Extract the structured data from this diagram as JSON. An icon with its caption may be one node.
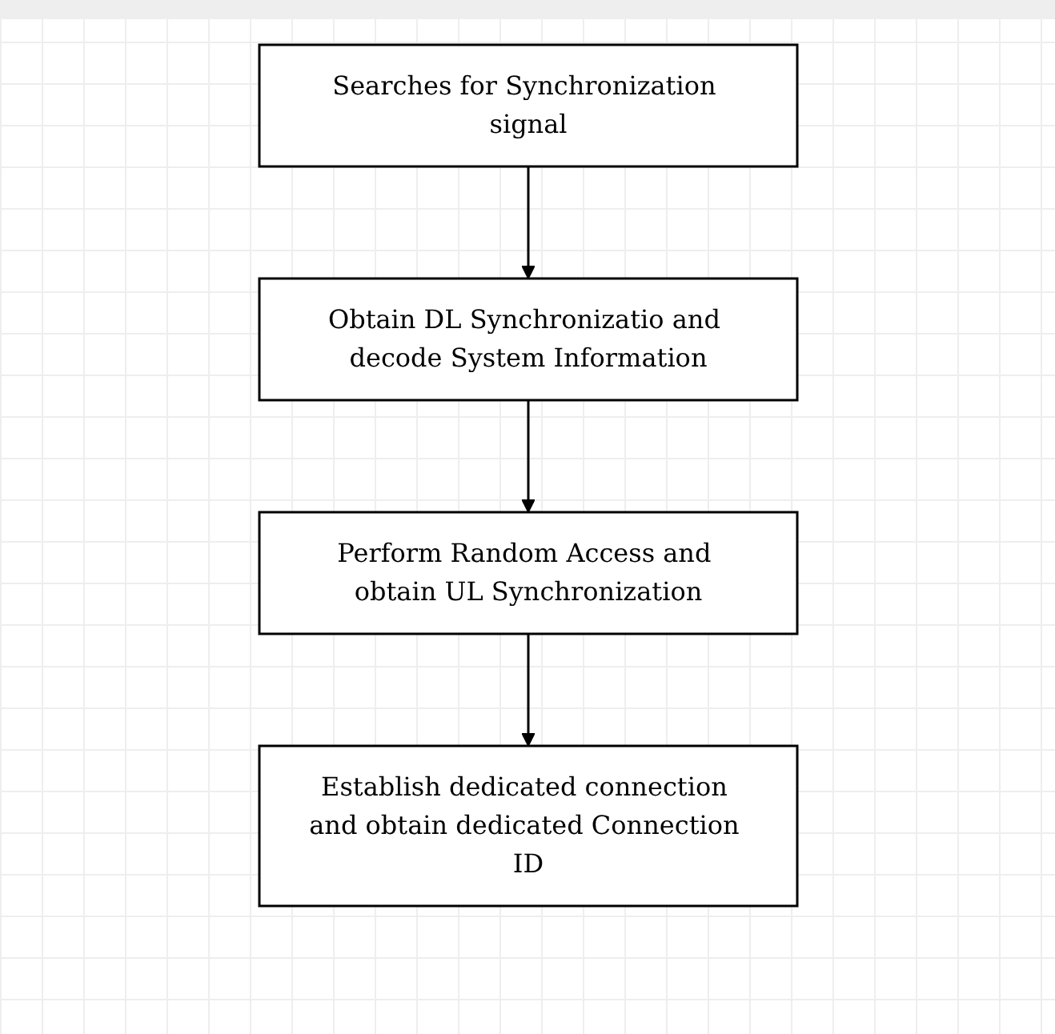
{
  "diagram": {
    "nodes": [
      {
        "text": [
          "Searches for Synchronization signal"
        ]
      },
      {
        "text": [
          "Obtain DL Synchronizatio and decode System Information"
        ]
      },
      {
        "text": [
          "Perform Random Access and obtain UL Synchronization"
        ]
      },
      {
        "text": [
          "Establish dedicated connection and obtain dedicated Connection ID"
        ]
      }
    ],
    "edges": [
      {
        "from": 0,
        "to": 1,
        "arrow": "to"
      },
      {
        "from": 1,
        "to": 2,
        "arrow": "to"
      },
      {
        "from": 2,
        "to": 3,
        "arrow": "to"
      }
    ]
  }
}
